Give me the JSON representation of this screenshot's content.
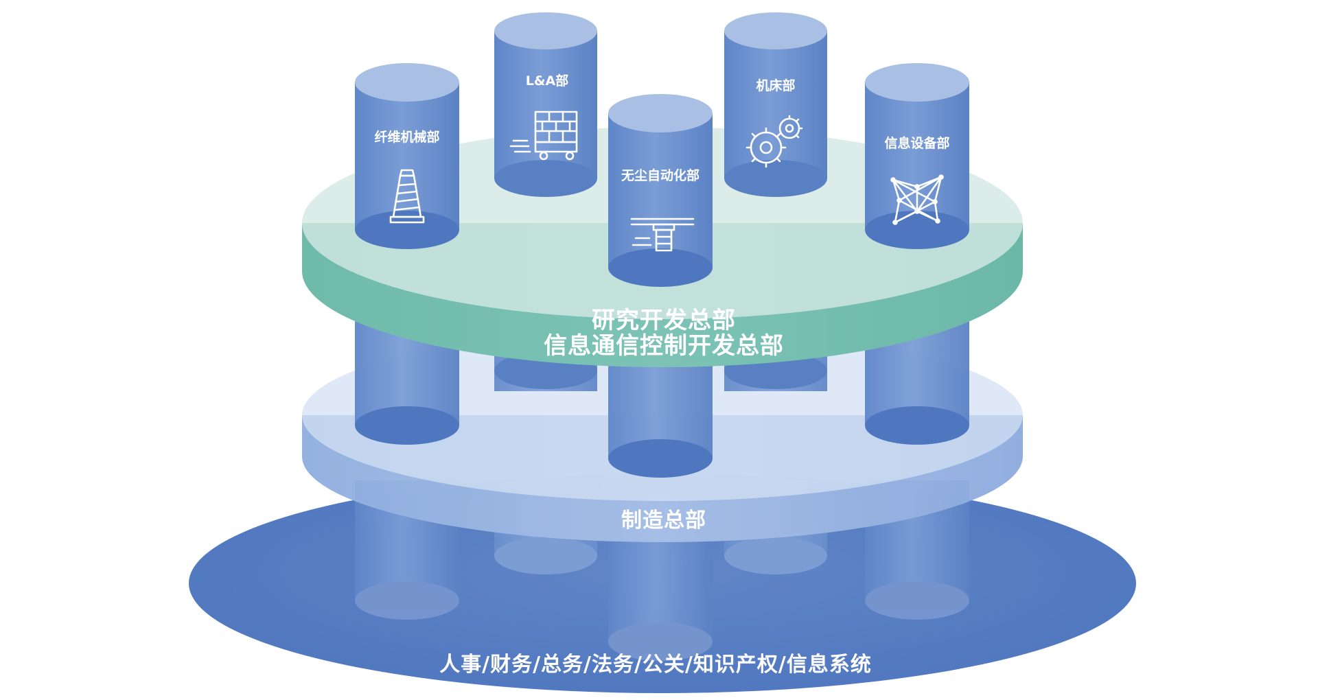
{
  "base": {
    "label": "人事/财务/总务/法务/公关/知识产权/信息系统",
    "color": "#557dc2"
  },
  "manufacturing": {
    "label": "制造总部",
    "color": "#95b2df"
  },
  "rnd": {
    "line1": "研究开发总部",
    "line2": "信息通信控制开发总部",
    "color": "#72bcb0"
  },
  "departments": [
    {
      "label": "纤维机械部",
      "icon": "yarn-spool-icon"
    },
    {
      "label": "L&A部",
      "icon": "forklift-cargo-icon"
    },
    {
      "label": "无尘自动化部",
      "icon": "clean-conveyor-icon"
    },
    {
      "label": "机床部",
      "icon": "gears-icon"
    },
    {
      "label": "信息设备部",
      "icon": "network-node-icon"
    }
  ],
  "pillar_color": "#6e93cf"
}
